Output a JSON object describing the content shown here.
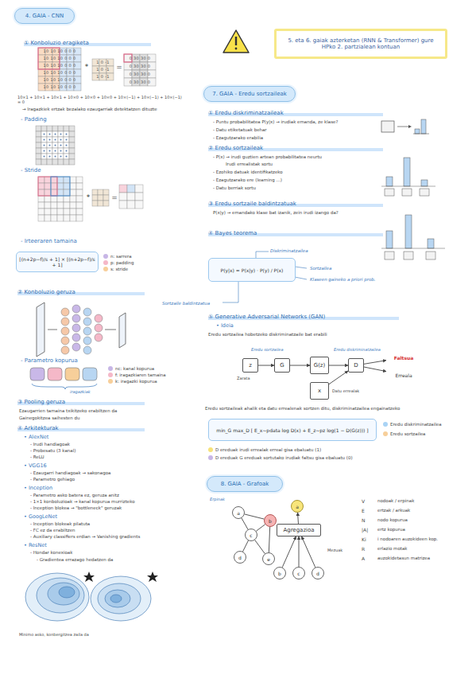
{
  "diagram": {
    "nodes": [
      {
        "text": [
          "4. GAIA - CNN"
        ]
      },
      {
        "text": [
          "[(n+2p−f)/s + 1] × [(n+2p−f)/s + 1]"
        ]
      },
      {
        "text": [
          "5. eta 6. gaiak azterketan (RNN & Transformer) gure HPko 2. partzialean kontuan"
        ]
      },
      {
        "text": [
          "7. GAIA - Eredu sortzaileak"
        ]
      },
      {
        "text": [
          "P(y|x) = P(x|y) · P(y) / P(x)"
        ]
      },
      {
        "text": [
          "z"
        ]
      },
      {
        "text": [
          "G"
        ]
      },
      {
        "text": [
          "G(z)"
        ]
      },
      {
        "text": [
          "D"
        ]
      },
      {
        "text": [
          "x"
        ]
      },
      {
        "text": [
          "Faltsua"
        ]
      },
      {
        "text": [
          "Erreala"
        ]
      },
      {
        "text": [
          "min_G max_D [ E_x~pdata log D(x) + E_z~pz log(1 − D(G(z))) ]"
        ]
      },
      {
        "text": [
          "8. GAIA - Grafoak"
        ]
      },
      {
        "text": [
          "a"
        ]
      },
      {
        "text": [
          "b"
        ]
      },
      {
        "text": [
          "c"
        ]
      },
      {
        "text": [
          "d"
        ]
      },
      {
        "text": [
          "e"
        ]
      },
      {
        "text": [
          "a"
        ]
      },
      {
        "text": [
          "Agregazioa"
        ]
      },
      {
        "text": [
          "b"
        ]
      },
      {
        "text": [
          "c"
        ]
      },
      {
        "text": [
          "d"
        ]
      }
    ],
    "edges": [
      {
        "from": 5,
        "to": 6,
        "arrow": "to"
      },
      {
        "from": 6,
        "to": 7,
        "arrow": "to"
      },
      {
        "from": 7,
        "to": 8,
        "arrow": "to"
      },
      {
        "from": 9,
        "to": 8,
        "arrow": "to"
      },
      {
        "from": 8,
        "to": 10,
        "arrow": "to"
      },
      {
        "from": 8,
        "to": 11,
        "arrow": "to"
      },
      {
        "from": 14,
        "to": 15,
        "arrow": "none"
      },
      {
        "from": 14,
        "to": 16,
        "arrow": "none"
      },
      {
        "from": 15,
        "to": 16,
        "arrow": "none"
      },
      {
        "from": 16,
        "to": 17,
        "arrow": "none"
      },
      {
        "from": 16,
        "to": 18,
        "arrow": "none"
      },
      {
        "from": 15,
        "to": 18,
        "arrow": "none"
      },
      {
        "from": 21,
        "to": 20,
        "arrow": "to"
      },
      {
        "from": 22,
        "to": 20,
        "arrow": "to"
      },
      {
        "from": 23,
        "to": 20,
        "arrow": "to"
      },
      {
        "from": 20,
        "to": 19,
        "arrow": "to"
      }
    ],
    "labels": [
      "① Konboluzio eragiketa",
      "10 10 10 0 0 0",
      "10 10 10 0 0 0",
      "10 10 10 0 0 0",
      "10 10 10 0 0 0",
      "10 10 10 0 0 0",
      "10 10 10 0 0 0",
      "*",
      "1 0 -1",
      "1 0 -1",
      "1 0 -1",
      "=",
      "0 30 30 0",
      "0 30 30 0",
      "0 30 30 0",
      "0 30 30 0",
      "10×1 + 10×1 + 10×1 + 10×0 + 10×0 + 10×0 + 10×(−1) + 10×(−1) + 10×(−1) = 0",
      "→ Iragazkiek ertzak bezalako ezaugarriak detektatzen dituzte",
      "- Padding",
      "- Stride",
      "*",
      "=",
      "- Irteeraren tamaina",
      "② Konboluzio geruza",
      "- Parametro kopurua",
      "iragazkiak",
      "③ Pooling geruza",
      "Ezaugarrien tamaina txikitzeko erabiltzen da",
      "Gainegokitzea saihesten du",
      "④ Arkitekturak",
      "• AlexNet",
      "- Irudi handiagoak",
      "- Probesatu (3 kanal)",
      "- ReLU",
      "• VGG16",
      "- Ezaugarri handiagoak → sakonagoa",
      "- Parametro gehiago",
      "• Inception",
      "- Parametro asko batera ez, geruza anitz",
      "- 1×1 konboluzioak → kanal kopurua murrizteko",
      "- Inception blokea → \"bottleneck\" geruzak",
      "• GoogLeNet",
      "- Inception blokeak pilatuta",
      "- FC ez da erabiltzen",
      "- Auxiliary classifiers erdian → Vanishing gradients",
      "• ResNet",
      "- Hondar konexioak",
      "- Gradientea errazago hedatzen da",
      "Minimo asko, konbergitzea zaila da",
      "① Eredu diskriminatzaileak",
      "- Puntu probabilitatea P(y|x) → irudiak emanda, ze klase?",
      "- Datu etiketatuak behar",
      "- Ezagutzarako erabilia",
      "② Eredu sortzaileak",
      "- P(x) → irudi guztien artean probabilitatea neurtu",
      "Irudi errealistak sortu",
      "- Ezohiko datuak identifikatzeko",
      "- Ezagutzarako ere (learning ...)",
      "- Datu berriak sortu",
      "③ Eredu sortzaile baldintzatuak",
      "P(x|y) → emandako klase bat izanik, zein irudi izango da?",
      "④ Bayes teorema",
      "Diskriminatzailea",
      "Sortzailea",
      "Klaseen gaineko a priori prob.",
      "Sortzaile baldintzatua",
      "⑤ Generative Adversarial Networks (GAN)",
      "• Ideia",
      "Eredu sortzailea hobetzeko diskriminatzaile bat erabili",
      "Eredu sortzailea",
      "Eredu diskriminatzailea",
      "Zarata",
      "Datu errealak",
      "Eredu sortzaileak ahalik eta datu errealenak sortzen ditu, diskriminatzailea engainatzeko",
      "V",
      "nodoak / erpinak",
      "E",
      "ertzak / arkuak",
      "N",
      "nodo kopurua",
      "|A|",
      "ertz kopurua",
      "Ki",
      "i nodoaren auzokideen kop.",
      "R",
      "erlazio motak",
      "A",
      "auzokidetasun matrizea",
      "Erpinak",
      "Mezuak"
    ],
    "legend": [
      {
        "text": "n: sarrera",
        "color": "#c7b6e6"
      },
      {
        "text": "p: padding",
        "color": "#f5b8c8"
      },
      {
        "text": "s: stride",
        "color": "#f7cf9a"
      },
      {
        "text": "nc: kanal kopurua",
        "color": "#c7b6e6"
      },
      {
        "text": "f: iragazkiaren tamaina",
        "color": "#f5b8c8"
      },
      {
        "text": "k: iragazki kopurua",
        "color": "#f7cf9a"
      },
      {
        "text": "Eredu diskriminatzailea",
        "color": "#a9d3f5"
      },
      {
        "text": "Eredu sortzailea",
        "color": "#f7cf9a"
      },
      {
        "text": "D ereduak irudi errealak erreal gisa ebaluatu (1)",
        "color": "#f6e27a"
      },
      {
        "text": "D ereduak G ereduak sortutako irudiak faltsu gisa ebaluatu (0)",
        "color": "#c7b6e6"
      }
    ]
  }
}
